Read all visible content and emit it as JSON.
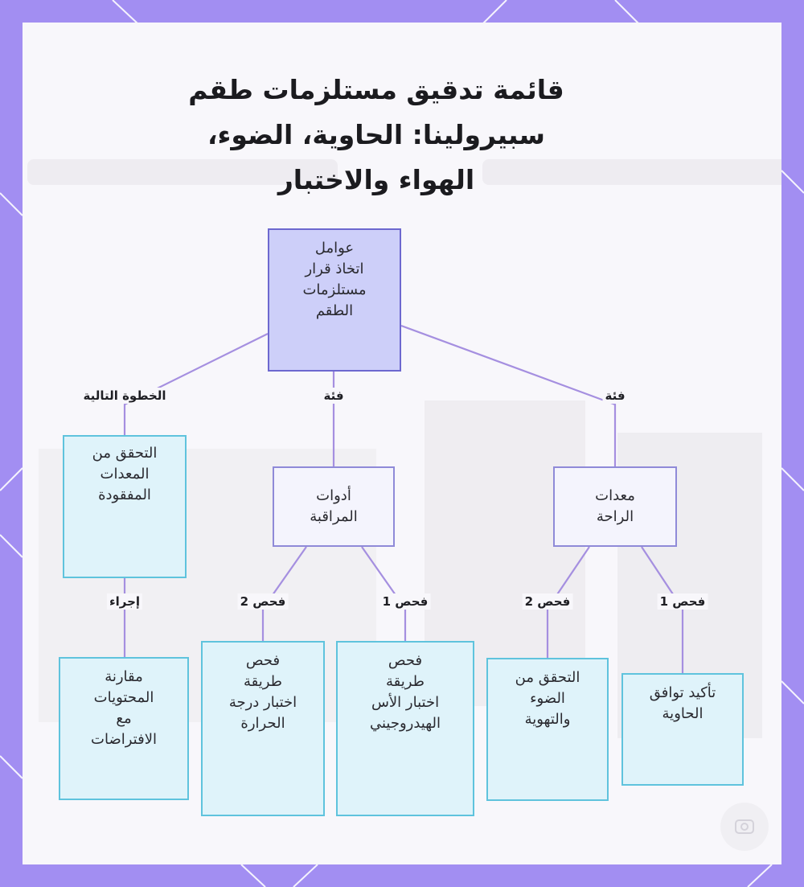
{
  "title": {
    "line1": "قائمة تدقيق مستلزمات طقم",
    "line2": "سبيرولينا: الحاوية، الضوء،",
    "line3": "الهواء والاختبار"
  },
  "nodes": {
    "root": {
      "lines": [
        "عوامل",
        "اتخاذ قرار",
        "مستلزمات",
        "الطقم"
      ]
    },
    "missing_check": {
      "lines": [
        "التحقق من",
        "المعدات",
        "المفقودة"
      ]
    },
    "monitoring_tools": {
      "lines": [
        "أدوات",
        "المراقبة"
      ]
    },
    "comfort_equipment": {
      "lines": [
        "معدات",
        "الراحة"
      ]
    },
    "compare_contents": {
      "lines": [
        "مقارنة",
        "المحتويات",
        "مع",
        "الافتراضات"
      ]
    },
    "temp_test": {
      "lines": [
        "فحص",
        "طريقة",
        "اختبار درجة",
        "الحرارة"
      ]
    },
    "ph_test": {
      "lines": [
        "فحص",
        "طريقة",
        "اختبار الأس",
        "الهيدروجيني"
      ]
    },
    "light_aeration": {
      "lines": [
        "التحقق من",
        "الضوء",
        "والتهوية"
      ]
    },
    "container_fit": {
      "lines": [
        "تأكيد توافق",
        "الحاوية"
      ]
    }
  },
  "edges": {
    "next_step": "الخطوة التالية",
    "category_mid": "فئة",
    "category_right": "فئة",
    "action": "إجراء",
    "check2_monitor": "فحص 2",
    "check1_monitor": "فحص 1",
    "check2_comfort": "فحص 2",
    "check1_comfort": "فحص 1"
  },
  "colors": {
    "frame": "#a28ef2",
    "root_fill": "#cdcff9",
    "root_border": "#6d68cf",
    "leaf_fill": "#dff3fa",
    "leaf_border": "#5fc3dd",
    "edge": "#a58fe0"
  }
}
